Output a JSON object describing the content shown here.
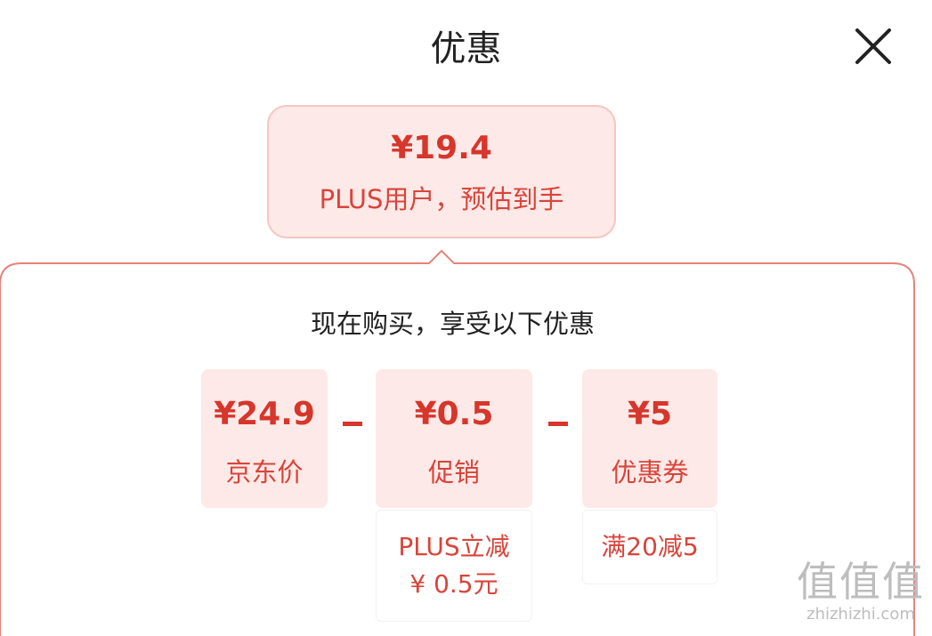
{
  "header": {
    "title": "优惠",
    "close_icon": "close-icon"
  },
  "summary": {
    "price": "¥19.4",
    "note": "PLUS用户，预估到手"
  },
  "breakdown": {
    "subtitle": "现在购买，享受以下优惠",
    "items": [
      {
        "amount": "¥24.9",
        "label": "京东价"
      },
      {
        "amount": "¥0.5",
        "label": "促销",
        "detail_line1": "PLUS立减",
        "detail_line2": "¥ 0.5元"
      },
      {
        "amount": "¥5",
        "label": "优惠券",
        "detail_line1": "满20减5"
      }
    ],
    "operators": [
      "-",
      "-"
    ]
  },
  "watermark": {
    "logo": "值值值",
    "site": "zhizhizhi.com"
  },
  "colors": {
    "accent": "#d6362b",
    "tile_bg": "#fde9e7",
    "panel_border": "#e7827a"
  }
}
